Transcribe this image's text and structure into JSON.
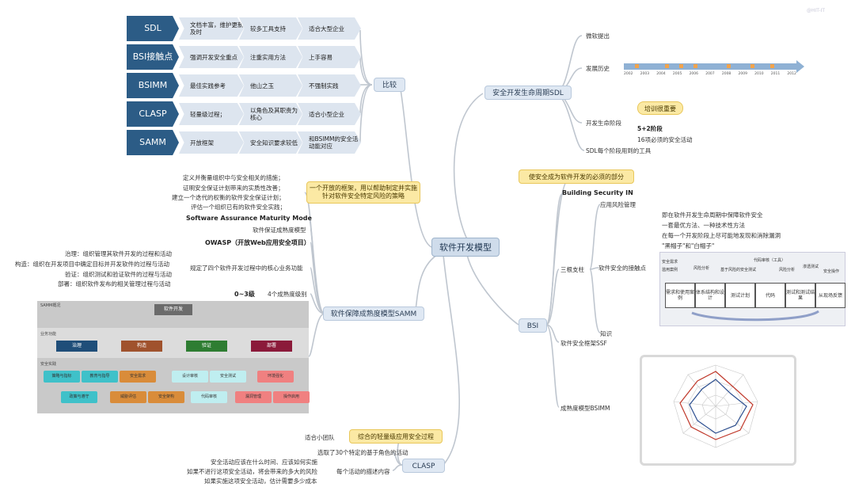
{
  "center": "软件开发模型",
  "watermark": "@HIT-IT",
  "compare": {
    "label": "比较",
    "rows": [
      {
        "name": "SDL",
        "cells": [
          "文档丰富，维护更新及时",
          "较多工具支持",
          "适合大型企业"
        ]
      },
      {
        "name": "BSI接触点",
        "cells": [
          "强调开发安全重点",
          "注重实用方法",
          "上手容易"
        ]
      },
      {
        "name": "BSIMM",
        "cells": [
          "最佳实践参考",
          "他山之玉",
          "不强制实践"
        ]
      },
      {
        "name": "CLASP",
        "cells": [
          "轻量级过程；",
          "以角色及其职责为核心",
          "适合小型企业"
        ]
      },
      {
        "name": "SAMM",
        "cells": [
          "开放框架",
          "安全知识要求较低",
          "和BSIMM的安全活动能对应"
        ]
      }
    ]
  },
  "samm": {
    "label": "软件保障成熟度模型SAMM",
    "desc_node": "一个开放的框架，用以帮助制定并实施针对软件安全特定风险的策略",
    "desc_items": [
      "定义并衡量组织中与安全相关的措施；",
      "证明安全保证计划带来的实质性改善；",
      "建立一个迭代的权衡的软件安全保证计划；",
      "评估一个组织已有的软件安全实践；"
    ],
    "full_name": "Software Assurance Maturity Mode",
    "subtitle": "软件保证成熟度模型",
    "owasp": "OWASP（开放Web应用安全项目）",
    "functions_label": "规定了四个软件开发过程中的核心业务功能",
    "functions": [
      "治理：组织管理其软件开发的过程和活动",
      "构造：组织在开发项目中确定目标并开发软件的过程与活动",
      "验证：组织测试和验证软件的过程与活动",
      "部署：组织软件发布的相关管理过程与活动"
    ],
    "levels_a": "0~3级",
    "levels_b": "4个成熟度级别",
    "figure": {
      "title": "SAMM概况",
      "top": "软件开发",
      "domain_label": "业务功能",
      "practice_label": "安全实践",
      "functions": [
        "治理",
        "构造",
        "验证",
        "部署"
      ],
      "practices": [
        "策略与指标",
        "教育与指导",
        "安全需求",
        "设计审核",
        "安全测试",
        "环境强化",
        "政策与遵守",
        "威胁评估",
        "安全架构",
        "代码审核",
        "漏洞管理",
        "操作启用"
      ]
    }
  },
  "clasp": {
    "label": "CLASP",
    "node": "综合的轻量级应用安全过程",
    "small_team": "适合小团队",
    "roles": "选取了30个特定的基于角色的活动",
    "desc_label": "每个活动的描述内容",
    "desc_items": [
      "安全活动应该在什么时间、应该如何实施",
      "如果不进行这项安全活动，将会带来的多大的风险",
      "如果实施这项安全活动，估计需要多少成本"
    ]
  },
  "sdl": {
    "label": "安全开发生命周期SDL",
    "origin": "微软提出",
    "history": "发展历史",
    "lifecycle": "开发生命阶段",
    "training": "培训很重要",
    "phases": "5+2阶段",
    "activities": "16项必须的安全活动",
    "tools": "SDL每个阶段用到的工具",
    "years": [
      "2002",
      "2003",
      "2004",
      "2005",
      "2006",
      "2007",
      "2008",
      "2009",
      "2010",
      "2011",
      "2012"
    ]
  },
  "bsi": {
    "label": "BSI",
    "goal": "使安全成为软件开发的必须的部分",
    "bsi_in": "Building Security IN",
    "risk": "应用风险管理",
    "pillars": "三根支柱",
    "touchpoints": "软件安全的接触点",
    "tp_items": [
      "即在软件开发生命周期中保障软件安全",
      "一套最优方法、一种技术性方法",
      "在每一个开发阶段上尽可能地发现和消除漏洞",
      "\"黑帽子\"和\"白帽子\""
    ],
    "knowledge": "知识",
    "ssf": "软件安全框架SSF",
    "bsimm": "成熟度模型BSIMM",
    "flow_steps": [
      "需求和使用案例",
      "体系结构和设计",
      "测试计划",
      "代码",
      "测试和测试结果",
      "从现场反馈"
    ],
    "flow_labels": [
      "安全需求",
      "滥用案例",
      "风险分析",
      "基于风险的安全测试",
      "代码审核（工具）",
      "风险分析",
      "渗透测试",
      "安全操作"
    ]
  }
}
